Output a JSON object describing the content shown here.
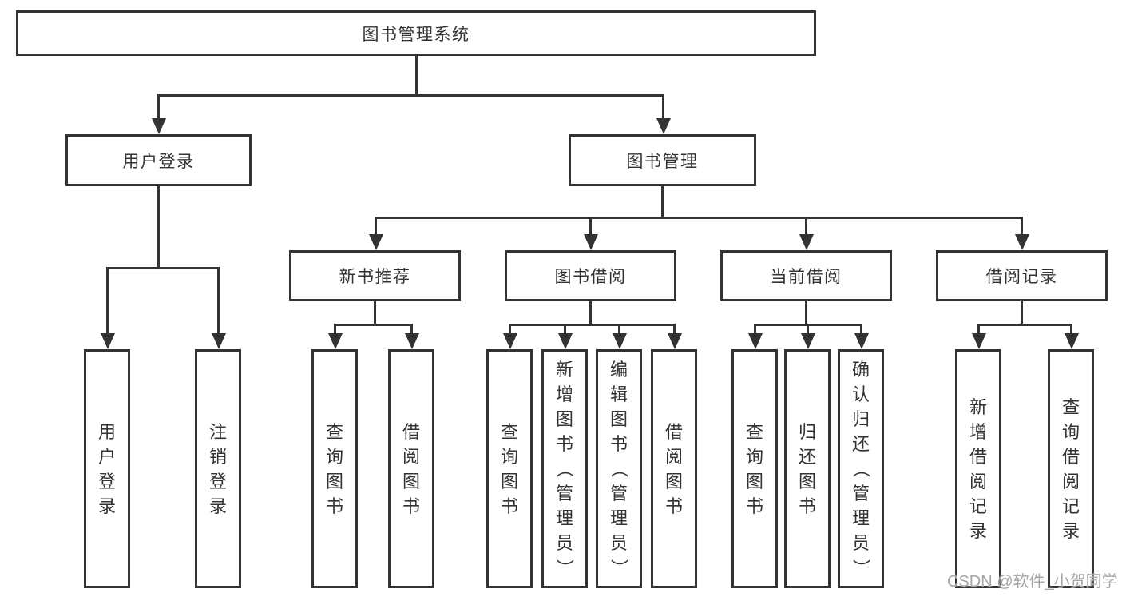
{
  "diagram": {
    "root": {
      "label": "图书管理系统"
    },
    "branches": [
      {
        "label": "用户登录",
        "children": [
          {
            "label": "用户登录"
          },
          {
            "label": "注销登录"
          }
        ]
      },
      {
        "label": "图书管理",
        "children": [
          {
            "label": "新书推荐",
            "children": [
              {
                "label": "查询图书"
              },
              {
                "label": "借阅图书"
              }
            ]
          },
          {
            "label": "图书借阅",
            "children": [
              {
                "label": "查询图书"
              },
              {
                "label": "新增图书（管理员）"
              },
              {
                "label": "编辑图书（管理员）"
              },
              {
                "label": "借阅图书"
              }
            ]
          },
          {
            "label": "当前借阅",
            "children": [
              {
                "label": "查询图书"
              },
              {
                "label": "归还图书"
              },
              {
                "label": "确认归还（管理员）"
              }
            ]
          },
          {
            "label": "借阅记录",
            "children": [
              {
                "label": "新增借阅记录"
              },
              {
                "label": "查询借阅记录"
              }
            ]
          }
        ]
      }
    ]
  },
  "watermark": {
    "text": "CSDN @软件_小贺同学"
  },
  "colors": {
    "line": "#333333",
    "text": "#333333",
    "watermark": "#a6a6a6"
  }
}
